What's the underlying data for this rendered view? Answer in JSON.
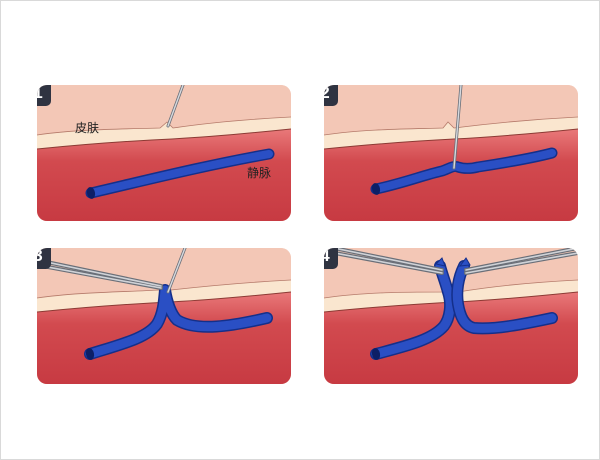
{
  "steps": [
    {
      "number": "1",
      "labels": {
        "skin": "皮肤",
        "vein": "静脉"
      }
    },
    {
      "number": "2"
    },
    {
      "number": "3"
    },
    {
      "number": "4"
    }
  ],
  "colors": {
    "skin_surface": "#f6d3c4",
    "epidermis": "#fae6cf",
    "muscle": "#d24a4f",
    "muscle_light": "#e87a7b",
    "vein": "#2a4fc4",
    "vein_dark": "#142f8a",
    "badge": "#2f3341",
    "instrument": "#9aa0aa"
  },
  "icons": [
    "needle-icon",
    "forceps-icon",
    "vein-hook-icon"
  ]
}
